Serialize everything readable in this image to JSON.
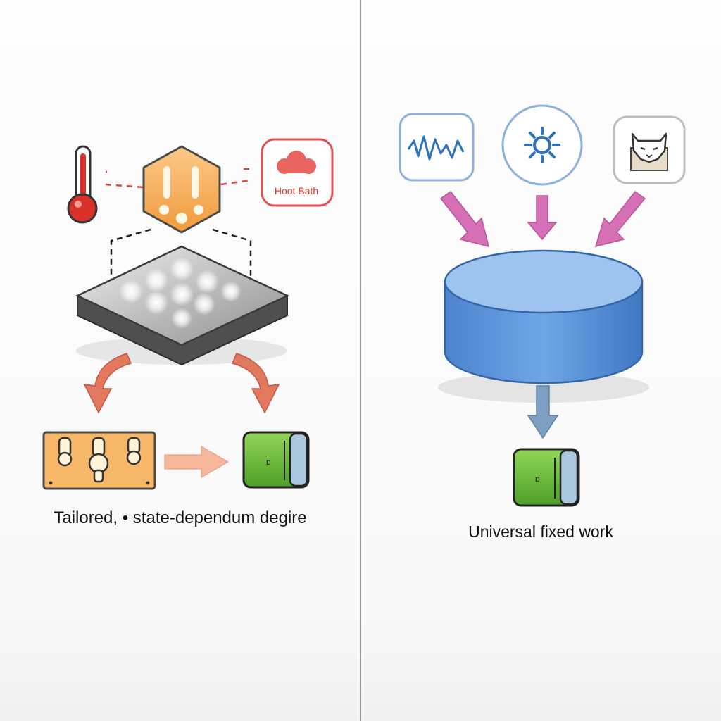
{
  "panels": {
    "left": {
      "caption": "Tailored, • state-dependum degire",
      "heat_bath_label": "Hoot Bath",
      "icons": [
        "thermometer-icon",
        "hexagon-controller-icon",
        "heat-bath-cloud-icon",
        "qubit-chip-icon",
        "switch-panel-icon",
        "battery-icon"
      ]
    },
    "right": {
      "caption": "Universal fixed work",
      "icons": [
        "waveform-icon",
        "sun-icon",
        "cat-icon",
        "cylinder-reservoir-icon",
        "battery-icon"
      ]
    }
  },
  "colors": {
    "divider": "#9a9a9a",
    "thermometer_red": "#d8322a",
    "hexagon_orange": "#f5a54a",
    "heat_bath_red": "#e0524e",
    "chip_gray": "#5c5c5c",
    "switch_orange": "#f6b868",
    "battery_green": "#6abf3a",
    "arrow_salmon": "#e2795f",
    "icon_blue": "#4a87c8",
    "arrow_pink": "#d56fb6",
    "cylinder_blue": "#5a93d9",
    "arrow_steel": "#7f9ec4"
  }
}
